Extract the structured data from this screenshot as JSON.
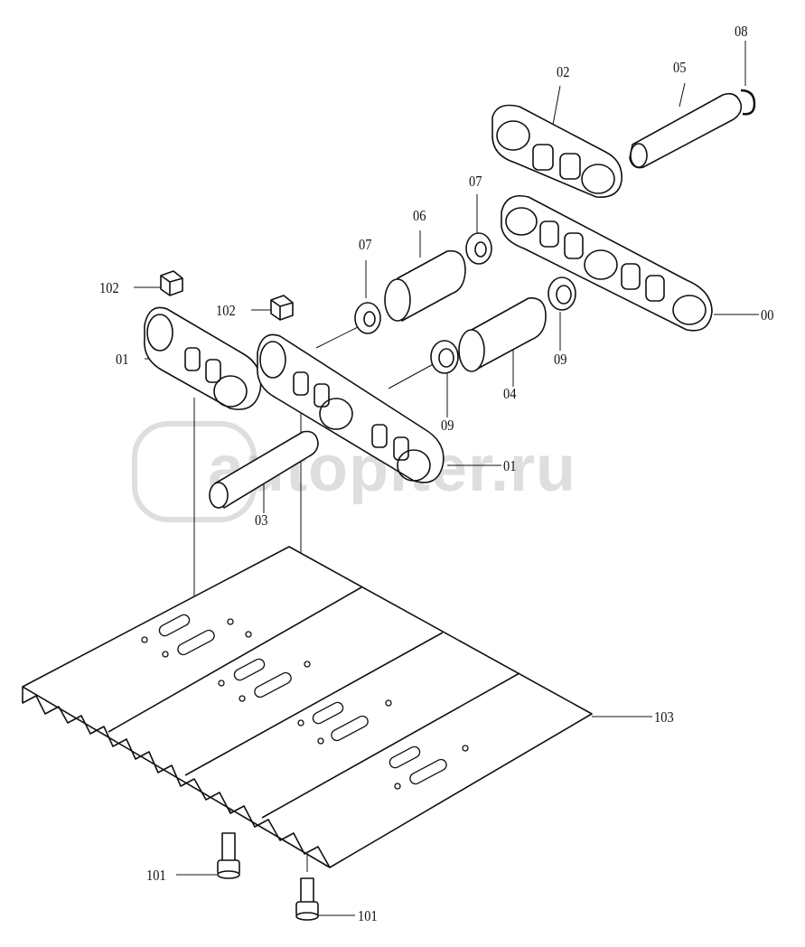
{
  "diagram": {
    "watermark": "autopiter.ru",
    "labels": {
      "p08": "08",
      "p02": "02",
      "p05": "05",
      "p07a": "07",
      "p06": "06",
      "p07b": "07",
      "p00": "00",
      "p102a": "102",
      "p102b": "102",
      "p01a": "01",
      "p09a": "09",
      "p04": "04",
      "p09b": "09",
      "p01b": "01",
      "p03": "03",
      "p103": "103",
      "p101a": "101",
      "p101b": "101"
    }
  }
}
